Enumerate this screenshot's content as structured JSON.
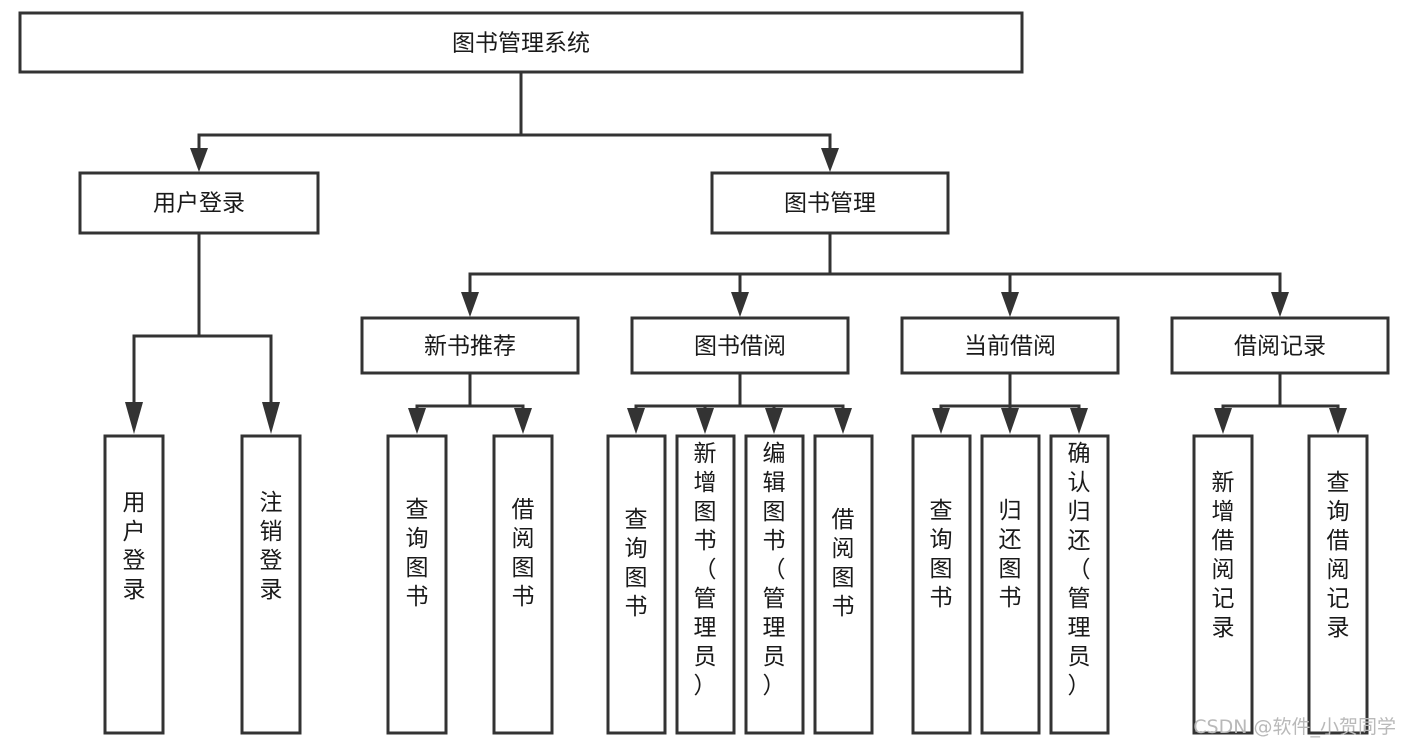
{
  "diagram": {
    "type": "hierarchy-tree",
    "title": "图书管理系统",
    "root": {
      "label": "图书管理系统"
    },
    "level1": [
      {
        "label": "用户登录"
      },
      {
        "label": "图书管理"
      }
    ],
    "level2": [
      {
        "label": "新书推荐"
      },
      {
        "label": "图书借阅"
      },
      {
        "label": "当前借阅"
      },
      {
        "label": "借阅记录"
      }
    ],
    "leaves": {
      "user_login": [
        {
          "label": "用户登录"
        },
        {
          "label": "注销登录"
        }
      ],
      "new_book_recommend": [
        {
          "label": "查询图书"
        },
        {
          "label": "借阅图书"
        }
      ],
      "book_borrow": [
        {
          "label": "查询图书"
        },
        {
          "label": "新增图书（管理员）"
        },
        {
          "label": "编辑图书（管理员）"
        },
        {
          "label": "借阅图书"
        }
      ],
      "current_borrow": [
        {
          "label": "查询图书"
        },
        {
          "label": "归还图书"
        },
        {
          "label": "确认归还（管理员）"
        }
      ],
      "borrow_records": [
        {
          "label": "新增借阅记录"
        },
        {
          "label": "查询借阅记录"
        }
      ]
    },
    "watermark": "CSDN @软件_小贺同学",
    "colors": {
      "box_stroke": "#333333",
      "box_fill": "#ffffff",
      "text": "#1a1a1a",
      "watermark": "#b9b9b9",
      "background": "#ffffff"
    }
  }
}
